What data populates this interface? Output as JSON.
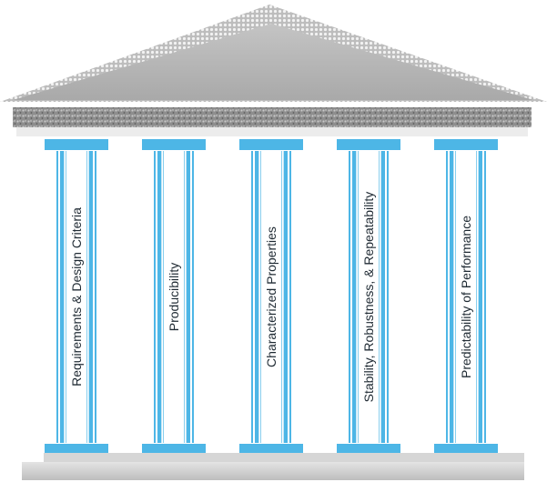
{
  "pillars": [
    {
      "label": "Requirements & Design Criteria"
    },
    {
      "label": "Producibility"
    },
    {
      "label": "Characterized Properties"
    },
    {
      "label": "Stability, Robustness, & Repeatability"
    },
    {
      "label": "Predictability of Performance"
    }
  ],
  "colors": {
    "pillar": "#4db6e6",
    "pillar_stripe": "#ffffff",
    "roof_light": "#dcdcdc",
    "roof_dark": "#a8a8a8",
    "frieze": "#9a9a9a",
    "base": "#c8c8c8"
  }
}
